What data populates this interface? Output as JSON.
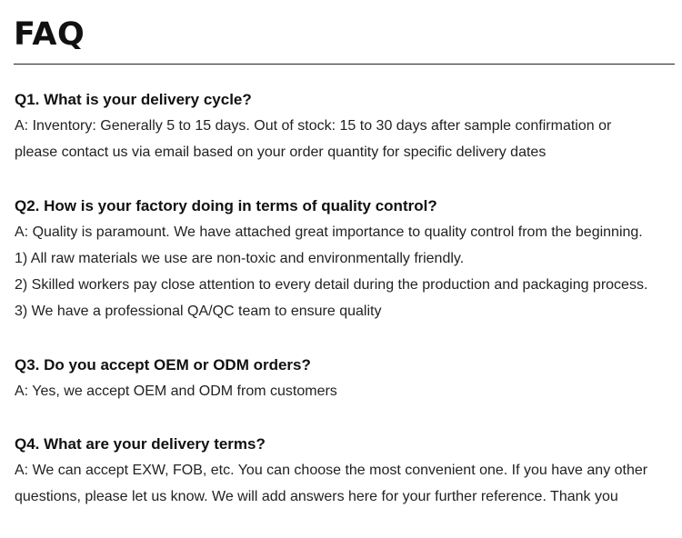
{
  "title": "FAQ",
  "faqs": [
    {
      "question": "Q1. What is your delivery cycle?",
      "answer_lines": [
        "A: Inventory: Generally 5 to 15 days. Out of stock: 15 to 30 days after sample confirmation or",
        "please contact us via email based on your order quantity for specific delivery dates"
      ]
    },
    {
      "question": "Q2. How is your factory doing in terms of quality control?",
      "answer_lines": [
        "A: Quality is paramount. We have attached great importance to quality control from the beginning.",
        "1) All raw materials we use are non-toxic and environmentally friendly.",
        "2) Skilled workers pay close attention to every detail during the production and packaging process.",
        "3) We have a professional QA/QC team to ensure quality"
      ]
    },
    {
      "question": "Q3. Do you accept OEM or ODM orders?",
      "answer_lines": [
        "A: Yes, we accept OEM and ODM from customers"
      ]
    },
    {
      "question": "Q4. What are your delivery terms?",
      "answer_lines": [
        "A: We can accept EXW, FOB, etc. You can choose the most convenient one. If you have any other",
        "questions, please let us know. We will add answers here for your further reference. Thank you"
      ]
    }
  ]
}
